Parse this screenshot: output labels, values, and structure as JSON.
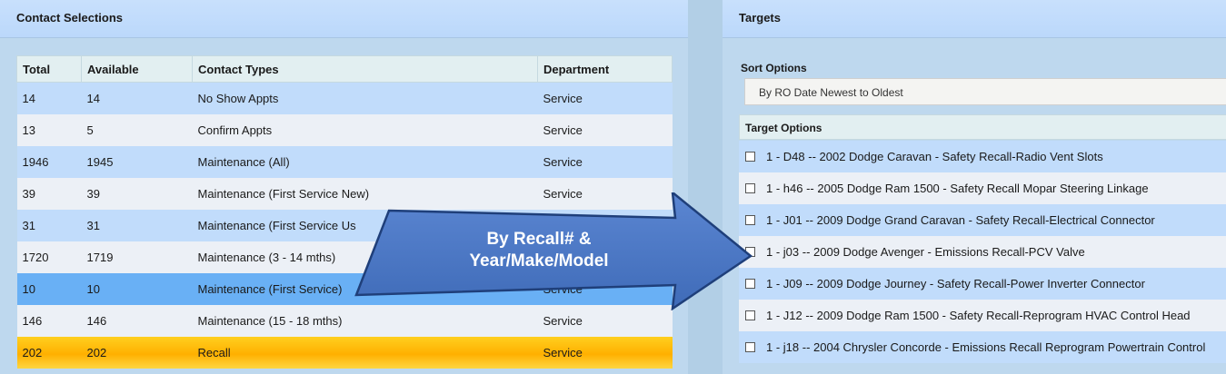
{
  "left_panel": {
    "title": "Contact Selections",
    "columns": [
      "Total",
      "Available",
      "Contact Types",
      "Department"
    ],
    "rows": [
      {
        "total": "14",
        "available": "14",
        "type": "No Show Appts",
        "department": "Service",
        "style": "blue"
      },
      {
        "total": "13",
        "available": "5",
        "type": "Confirm Appts",
        "department": "Service",
        "style": "white"
      },
      {
        "total": "1946",
        "available": "1945",
        "type": "Maintenance (All)",
        "department": "Service",
        "style": "blue"
      },
      {
        "total": "39",
        "available": "39",
        "type": "Maintenance (First Service New)",
        "department": "Service",
        "style": "white"
      },
      {
        "total": "31",
        "available": "31",
        "type": "Maintenance (First Service Us",
        "department": "",
        "style": "blue"
      },
      {
        "total": "1720",
        "available": "1719",
        "type": "Maintenance (3 - 14 mths)",
        "department": "",
        "style": "white"
      },
      {
        "total": "10",
        "available": "10",
        "type": "Maintenance (First Service)",
        "department": "Service",
        "style": "selected"
      },
      {
        "total": "146",
        "available": "146",
        "type": "Maintenance (15 - 18 mths)",
        "department": "Service",
        "style": "white"
      },
      {
        "total": "202",
        "available": "202",
        "type": "Recall",
        "department": "Service",
        "style": "orange"
      }
    ]
  },
  "right_panel": {
    "title": "Targets",
    "sort_label": "Sort Options",
    "sort_value": "By RO Date Newest to Oldest",
    "target_label": "Target Options",
    "targets": [
      {
        "text": "1 - D48 -- 2002 Dodge Caravan - Safety Recall-Radio Vent Slots",
        "style": "blue"
      },
      {
        "text": "1 - h46 -- 2005 Dodge Ram 1500 - Safety Recall Mopar Steering Linkage",
        "style": "white"
      },
      {
        "text": "1 - J01 -- 2009 Dodge Grand Caravan - Safety Recall-Electrical Connector",
        "style": "blue"
      },
      {
        "text": "1 - j03 -- 2009 Dodge Avenger - Emissions Recall-PCV Valve",
        "style": "white"
      },
      {
        "text": "1 - J09 -- 2009 Dodge Journey - Safety Recall-Power Inverter Connector",
        "style": "blue"
      },
      {
        "text": "1 - J12 -- 2009 Dodge Ram 1500 - Safety Recall-Reprogram HVAC Control Head",
        "style": "white"
      },
      {
        "text": "1 - j18 -- 2004 Chrysler Concorde - Emissions Recall Reprogram Powertrain Control",
        "style": "blue"
      }
    ]
  },
  "annotation": {
    "line1": "By Recall# &",
    "line2": "Year/Make/Model",
    "color": "#4a78c6"
  }
}
